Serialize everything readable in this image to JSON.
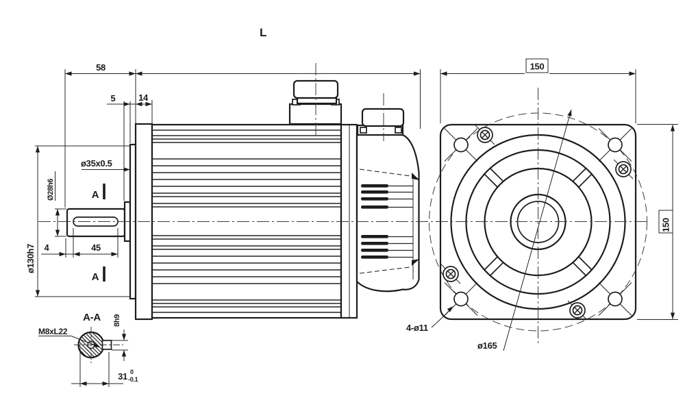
{
  "drawing": {
    "top_label": "L",
    "side_view": {
      "dim_58": "58",
      "dim_5": "5",
      "dim_14": "14",
      "shaft_step": "ø35x0.5",
      "shaft_diameter": "Ø28h6",
      "pilot_diameter": "ø130h7",
      "dim_4": "4",
      "dim_45": "45",
      "section_marker": "A"
    },
    "section_aa": {
      "title": "A-A",
      "thread_callout": "M8xL22",
      "keyway_width": "8h9",
      "flat_dim": "31",
      "tol_upper": "0",
      "tol_lower": "-0.1"
    },
    "front_view": {
      "dim_width": "150",
      "dim_height": "150",
      "mounting_holes": "4-ø11",
      "bolt_circle": "ø165"
    },
    "colors": {
      "line": "#1c1c1c",
      "background": "#ffffff"
    }
  }
}
